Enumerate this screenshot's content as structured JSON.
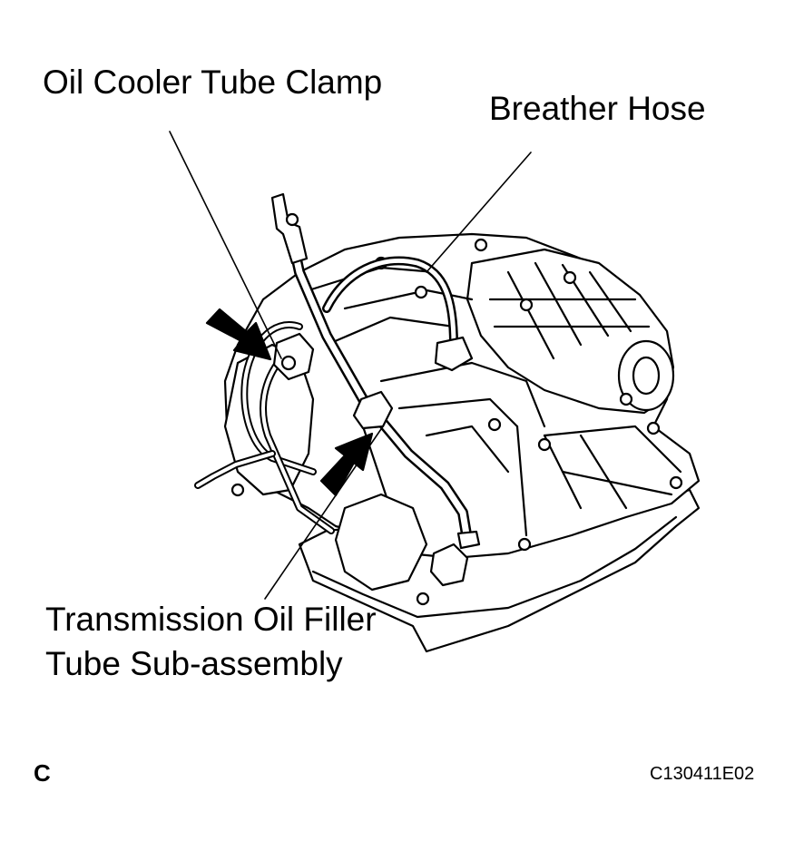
{
  "labels": {
    "oil_cooler_tube_clamp": "Oil Cooler Tube Clamp",
    "breather_hose": "Breather Hose",
    "filler_tube_line1": "Transmission Oil Filler",
    "filler_tube_line2": "Tube Sub-assembly"
  },
  "footer": {
    "corner_mark": "C",
    "figure_code": "C130411E02"
  },
  "colors": {
    "ink": "#000000",
    "paper": "#ffffff"
  }
}
